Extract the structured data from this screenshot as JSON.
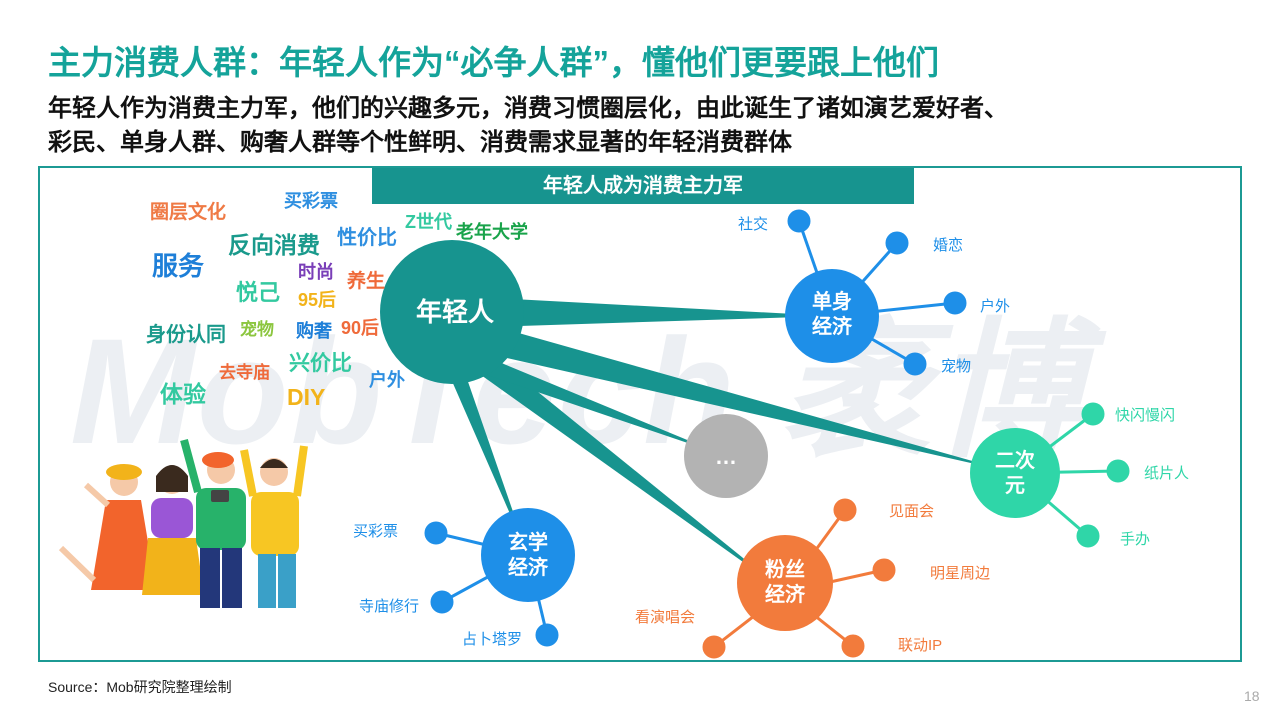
{
  "header": {
    "title": "主力消费人群：年轻人作为“必争人群”，懂他们更要跟上他们",
    "subtitle_line1": "年轻人作为消费主力军，他们的兴趣多元，消费习惯圈层化，由此诞生了诸如演艺爱好者、",
    "subtitle_line2": "彩民、单身人群、购奢人群等个性鲜明、消费需求显著的年轻消费群体"
  },
  "banner": "年轻人成为消费主力军",
  "watermark": "MobTech 袤博",
  "keywords": [
    {
      "text": "圈层文化",
      "color": "#ef7a45"
    },
    {
      "text": "买彩票",
      "color": "#2f8fe0"
    },
    {
      "text": "Z世代",
      "color": "#33c9a0"
    },
    {
      "text": "老年大学",
      "color": "#19a34a"
    },
    {
      "text": "反向消费",
      "color": "#1a9a8c"
    },
    {
      "text": "性价比",
      "color": "#2f8fe0"
    },
    {
      "text": "服务",
      "color": "#1e7fd8"
    },
    {
      "text": "时尚",
      "color": "#7a3fb8"
    },
    {
      "text": "养生",
      "color": "#ef6a3a"
    },
    {
      "text": "悦己",
      "color": "#33c9a0"
    },
    {
      "text": "95后",
      "color": "#f2b31a"
    },
    {
      "text": "宠物",
      "color": "#8cc63f"
    },
    {
      "text": "购奢",
      "color": "#1e7fd8"
    },
    {
      "text": "90后",
      "color": "#ef6a3a"
    },
    {
      "text": "身份认同",
      "color": "#1a9a8c"
    },
    {
      "text": "兴价比",
      "color": "#33c9a0"
    },
    {
      "text": "去寺庙",
      "color": "#ef6a3a"
    },
    {
      "text": "户外",
      "color": "#2f8fe0"
    },
    {
      "text": "体验",
      "color": "#33c9a0"
    },
    {
      "text": "DIY",
      "color": "#f2b31a"
    }
  ],
  "center": {
    "label": "年轻人",
    "color": "#17948f"
  },
  "hubs": [
    {
      "label_line1": "单身",
      "label_line2": "经济",
      "color": "#1e8fe8",
      "leaves": [
        "社交",
        "婚恋",
        "户外",
        "宠物"
      ]
    },
    {
      "label_line1": "二次",
      "label_line2": "元",
      "color": "#2fd6a8",
      "leaves": [
        "快闪慢闪",
        "纸片人",
        "手办"
      ]
    },
    {
      "label_line1": "粉丝",
      "label_line2": "经济",
      "color": "#f27b3c",
      "leaves": [
        "见面会",
        "明星周边",
        "联动IP",
        "看演唱会"
      ]
    },
    {
      "label_line1": "玄学",
      "label_line2": "经济",
      "color": "#1e8fe8",
      "leaves": [
        "买彩票",
        "寺庙修行",
        "占卜塔罗"
      ]
    },
    {
      "label_line1": "…",
      "label_line2": "",
      "color": "#b3b3b3",
      "leaves": []
    }
  ],
  "source": "Source：Mob研究院整理绘制",
  "page_number": "18"
}
